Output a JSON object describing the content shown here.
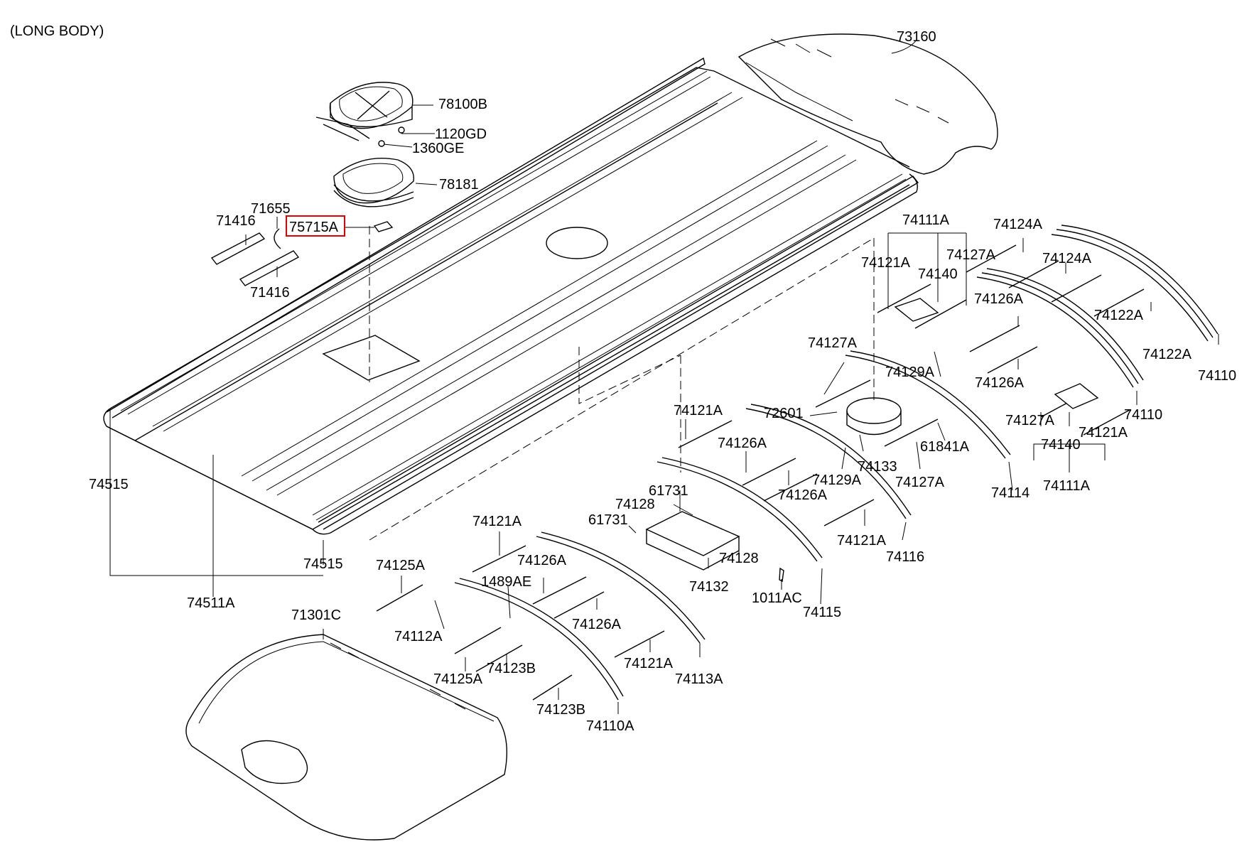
{
  "header": {
    "title": "(LONG BODY)"
  },
  "highlight_color": "#e00000",
  "parts": [
    {
      "id": "p0",
      "label": "73160"
    },
    {
      "id": "p1",
      "label": "78100B"
    },
    {
      "id": "p2",
      "label": "1120GD"
    },
    {
      "id": "p3",
      "label": "1360GE"
    },
    {
      "id": "p4",
      "label": "78181"
    },
    {
      "id": "p5",
      "label": "71655"
    },
    {
      "id": "p6",
      "label": "71416"
    },
    {
      "id": "p7",
      "label": "75715A",
      "highlighted": true
    },
    {
      "id": "p8",
      "label": "71416"
    },
    {
      "id": "p9",
      "label": "74111A"
    },
    {
      "id": "p10",
      "label": "74124A"
    },
    {
      "id": "p11",
      "label": "74121A"
    },
    {
      "id": "p12",
      "label": "74127A"
    },
    {
      "id": "p13",
      "label": "74140"
    },
    {
      "id": "p14",
      "label": "74124A"
    },
    {
      "id": "p15",
      "label": "74126A"
    },
    {
      "id": "p16",
      "label": "74122A"
    },
    {
      "id": "p17",
      "label": "74122A"
    },
    {
      "id": "p18",
      "label": "74110"
    },
    {
      "id": "p19",
      "label": "74126A"
    },
    {
      "id": "p20",
      "label": "74127A"
    },
    {
      "id": "p21",
      "label": "74129A"
    },
    {
      "id": "p22",
      "label": "74110"
    },
    {
      "id": "p23",
      "label": "74127A"
    },
    {
      "id": "p24",
      "label": "74121A"
    },
    {
      "id": "p25",
      "label": "74140"
    },
    {
      "id": "p26",
      "label": "74111A"
    },
    {
      "id": "p27",
      "label": "74114"
    },
    {
      "id": "p28",
      "label": "61841A"
    },
    {
      "id": "p29",
      "label": "72601"
    },
    {
      "id": "p30",
      "label": "74121A"
    },
    {
      "id": "p31",
      "label": "74126A"
    },
    {
      "id": "p32",
      "label": "74133"
    },
    {
      "id": "p33",
      "label": "74129A"
    },
    {
      "id": "p34",
      "label": "74127A"
    },
    {
      "id": "p35",
      "label": "74126A"
    },
    {
      "id": "p36",
      "label": "61731"
    },
    {
      "id": "p37",
      "label": "74128"
    },
    {
      "id": "p38",
      "label": "61731"
    },
    {
      "id": "p39",
      "label": "74121A"
    },
    {
      "id": "p40",
      "label": "74116"
    },
    {
      "id": "p41",
      "label": "74128"
    },
    {
      "id": "p42",
      "label": "74132"
    },
    {
      "id": "p43",
      "label": "1011AC"
    },
    {
      "id": "p44",
      "label": "74115"
    },
    {
      "id": "p45",
      "label": "74515"
    },
    {
      "id": "p46",
      "label": "74515"
    },
    {
      "id": "p47",
      "label": "74511A"
    },
    {
      "id": "p48",
      "label": "74121A"
    },
    {
      "id": "p49",
      "label": "74126A"
    },
    {
      "id": "p50",
      "label": "74125A"
    },
    {
      "id": "p51",
      "label": "1489AE"
    },
    {
      "id": "p52",
      "label": "74126A"
    },
    {
      "id": "p53",
      "label": "74112A"
    },
    {
      "id": "p54",
      "label": "74121A"
    },
    {
      "id": "p55",
      "label": "74125A"
    },
    {
      "id": "p56",
      "label": "74123B"
    },
    {
      "id": "p57",
      "label": "74113A"
    },
    {
      "id": "p58",
      "label": "74123B"
    },
    {
      "id": "p59",
      "label": "74110A"
    },
    {
      "id": "p60",
      "label": "71301C"
    }
  ]
}
